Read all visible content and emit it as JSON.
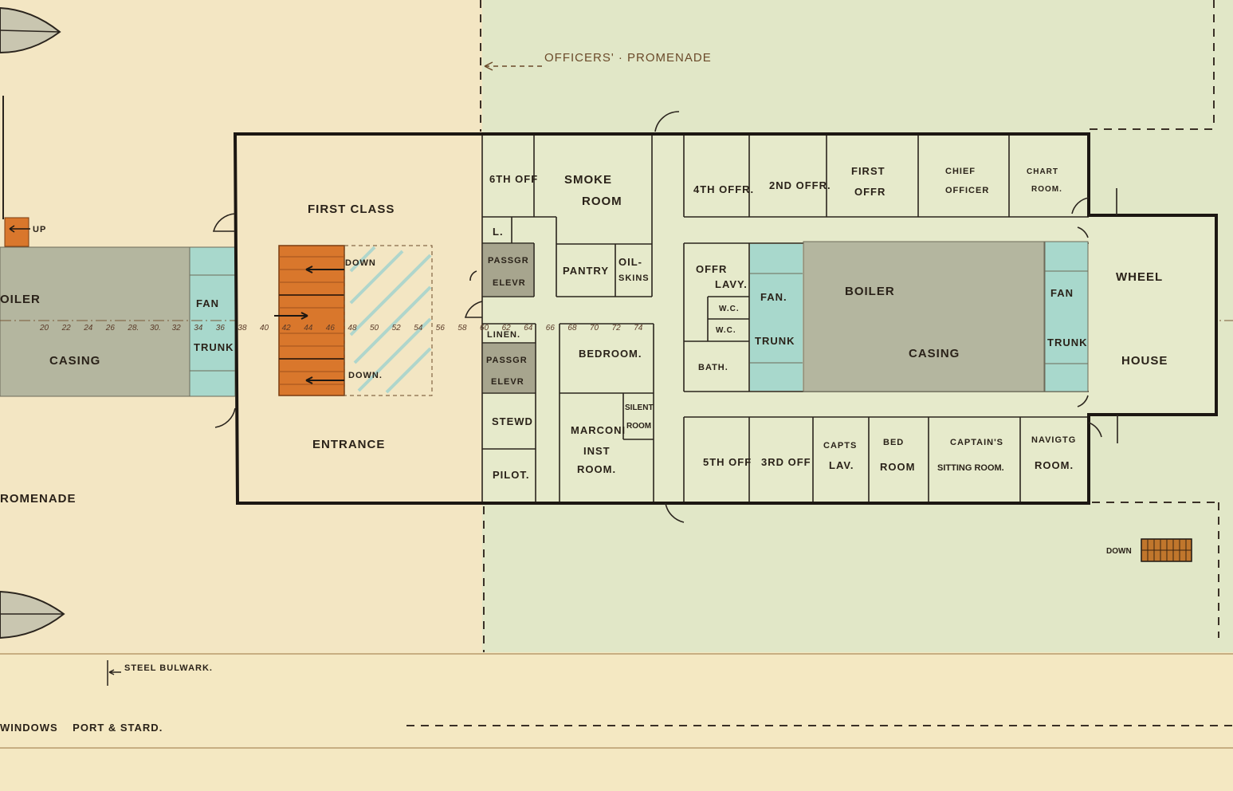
{
  "labels": {
    "officers_promenade": "OFFICERS' · PROMENADE",
    "first_class": "FIRST  CLASS",
    "entrance": "ENTRANCE",
    "down_1": "DOWN",
    "down_2": "DOWN.",
    "down_3": "DOWN",
    "up": "UP",
    "boiler_left": "OILER",
    "casing_left": "CASING",
    "fan_left": "FAN",
    "trunk_left": "TRUNK",
    "promenade_left": "ROMENADE",
    "sixth_off": "6TH OFF",
    "smoke_room_1": "SMOKE",
    "smoke_room_2": "ROOM",
    "l": "L.",
    "pass_elev_1a": "PASSGR",
    "pass_elev_1b": "ELEVR",
    "pantry": "PANTRY",
    "oilskins_1": "OIL-",
    "oilskins_2": "SKINS",
    "linen": "LINEN.",
    "pass_elev_2a": "PASSGR",
    "pass_elev_2b": "ELEVR",
    "bedroom": "BEDROOM.",
    "stewd": "STEWD",
    "silent_room_1": "SILENT",
    "silent_room_2": "ROOM",
    "marconi_1": "MARCONI",
    "marconi_2": "INST",
    "marconi_3": "ROOM.",
    "pilot": "PILOT.",
    "fourth_off": "4TH OFFR.",
    "second_off": "2ND OFFR.",
    "first_off_1": "FIRST",
    "first_off_2": "OFFR",
    "chief_1": "CHIEF",
    "chief_2": "OFFICER",
    "chart_1": "CHART",
    "chart_2": "ROOM.",
    "offr_lavy_1": "OFFR",
    "offr_lavy_2": "LAVY.",
    "wc_1": "W.C.",
    "wc_2": "W.C.",
    "bath": "BATH.",
    "fan_mid": "FAN.",
    "trunk_mid": "TRUNK",
    "boiler_mid": "BOILER",
    "casing_mid": "CASING",
    "fan_right": "FAN",
    "trunk_right": "TRUNK",
    "wheel_1": "WHEEL",
    "wheel_2": "HOUSE",
    "fifth_off": "5TH OFF",
    "third_off": "3RD OFF",
    "capts_lav_1": "CAPTS",
    "capts_lav_2": "LAV.",
    "bed_room_1": "BED",
    "bed_room_2": "ROOM",
    "captains_sitting_1": "CAPTAIN'S",
    "captains_sitting_2": "SITTING ROOM.",
    "navig_1": "NAVIGTG",
    "navig_2": "ROOM.",
    "steel_bulwark": "STEEL BULWARK.",
    "windows": "WINDOWS    PORT & STARD."
  },
  "frame_numbers": [
    "20",
    "22",
    "24",
    "26",
    "28.",
    "30.",
    "32",
    "34",
    "36",
    "38",
    "40",
    "42",
    "44",
    "46",
    "48",
    "50",
    "52",
    "54",
    "56",
    "58",
    "60",
    "62",
    "64",
    "66",
    "68",
    "70",
    "72",
    "74"
  ],
  "colors": {
    "paper": "#f4e8c2",
    "officer_area": "#e1e7c7",
    "casing": "#b4b69f",
    "fan_trunk": "#a8d8cc",
    "stairs": "#d9772c",
    "elevator": "#a7a58e",
    "ink": "#1c1712"
  }
}
